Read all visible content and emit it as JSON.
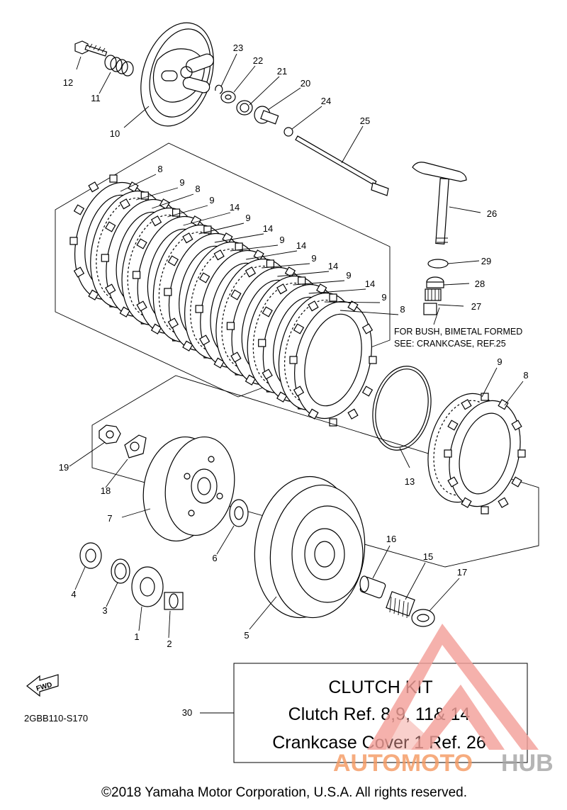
{
  "diagram": {
    "part_code": "2GBB110-S170",
    "fwd_label": "FWD",
    "callouts": [
      "1",
      "2",
      "3",
      "4",
      "5",
      "6",
      "7",
      "8",
      "9",
      "10",
      "11",
      "12",
      "13",
      "14",
      "15",
      "16",
      "17",
      "18",
      "19",
      "20",
      "21",
      "22",
      "23",
      "24",
      "25",
      "26",
      "27",
      "28",
      "29",
      "30"
    ],
    "plate_labels_a": [
      "8",
      "9",
      "8",
      "9",
      "14",
      "9",
      "14",
      "9",
      "14",
      "9",
      "14",
      "9",
      "14",
      "9",
      "8"
    ],
    "plate_labels_b": [
      "9",
      "8"
    ],
    "note_line1": "FOR BUSH, BIMETAL FORMED",
    "note_line2": "SEE: CRANKCASE, REF.25"
  },
  "kit_box": {
    "callout": "30",
    "title": "CLUTCH KIT",
    "line1": "Clutch Ref. 8,9, 11& 14",
    "line2": "Crankcase Cover 1 Ref. 26"
  },
  "watermark": {
    "text_orange": "AUTOMOTO",
    "text_gray": "HUB",
    "color_orange": "#f59a63",
    "color_gray": "#a5a5a5",
    "color_logo": "#f3a09a"
  },
  "footer": {
    "copyright": "©2018 Yamaha Motor Corporation, U.S.A. All rights reserved."
  }
}
